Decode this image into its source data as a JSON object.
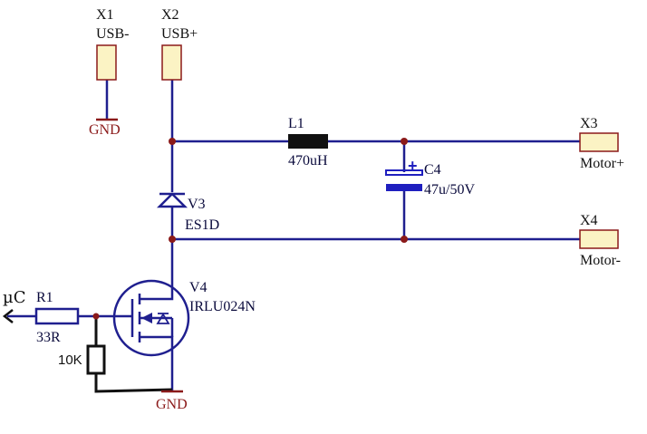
{
  "colors": {
    "wire": "#1f1f8f",
    "junction": "#8b1a1a",
    "connector_fill": "#fbf3c4",
    "connector_stroke": "#8b1a1a",
    "ground": "#8b1a1a",
    "inductor": "#111111",
    "capacitor": "#1f1fbf",
    "black_wire": "#111111"
  },
  "connectors": {
    "x1": {
      "ref": "X1",
      "name": "USB-"
    },
    "x2": {
      "ref": "X2",
      "name": "USB+"
    },
    "x3": {
      "ref": "X3",
      "name": "Motor+"
    },
    "x4": {
      "ref": "X4",
      "name": "Motor-"
    }
  },
  "components": {
    "l1": {
      "ref": "L1",
      "value": "470uH"
    },
    "c4": {
      "ref": "C4",
      "value": "47u/50V",
      "polarity": "+"
    },
    "v3": {
      "ref": "V3",
      "value": "ES1D"
    },
    "v4": {
      "ref": "V4",
      "value": "IRLU024N"
    },
    "r1": {
      "ref": "R1",
      "value": "33R"
    },
    "r_pulldown": {
      "value": "10K"
    }
  },
  "ground_labels": {
    "top": "GND",
    "bottom": "GND"
  },
  "signal": {
    "name": "µC"
  }
}
